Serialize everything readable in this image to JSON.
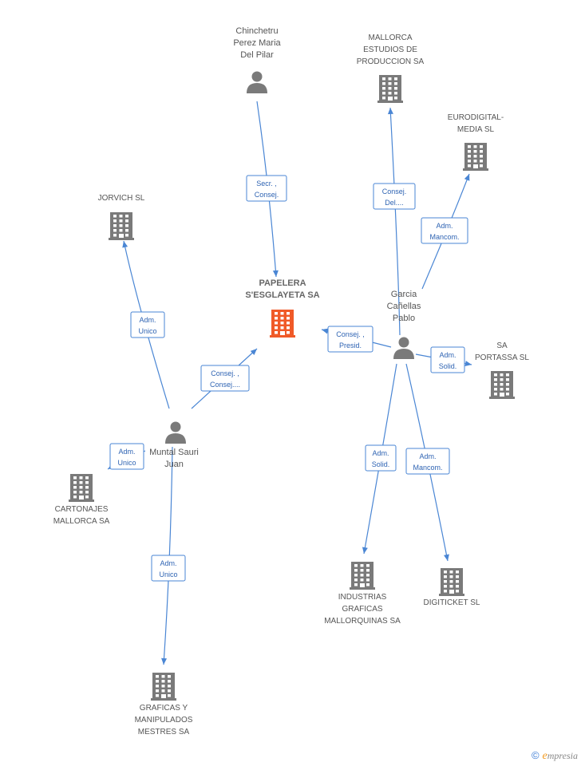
{
  "colors": {
    "edge": "#4a86d4",
    "edge_label_text": "#2f64b3",
    "company_icon": "#7a7a7a",
    "main_company_icon": "#f05a28",
    "person_icon": "#7a7a7a"
  },
  "nodes": [
    {
      "id": "papelera",
      "type": "company-main",
      "icon": "building-icon",
      "label": [
        "PAPELERA",
        "S'ESGLAYETA SA"
      ]
    },
    {
      "id": "chinchetru",
      "type": "person",
      "icon": "person-icon",
      "label": [
        "Chinchetru",
        "Perez Maria",
        "Del Pilar"
      ]
    },
    {
      "id": "mallorca_estudios",
      "type": "company",
      "icon": "building-icon",
      "label": [
        "MALLORCA",
        "ESTUDIOS DE",
        "PRODUCCION SA"
      ]
    },
    {
      "id": "eurodigital",
      "type": "company",
      "icon": "building-icon",
      "label": [
        "EURODIGITAL-",
        "MEDIA SL"
      ]
    },
    {
      "id": "jorvich",
      "type": "company",
      "icon": "building-icon",
      "label": [
        "JORVICH SL"
      ]
    },
    {
      "id": "garcia",
      "type": "person",
      "icon": "person-icon",
      "label": [
        "Garcia",
        "Cañellas",
        "Pablo"
      ]
    },
    {
      "id": "sa_portassa",
      "type": "company",
      "icon": "building-icon",
      "label": [
        "SA",
        "PORTASSA SL"
      ]
    },
    {
      "id": "muntal",
      "type": "person",
      "icon": "person-icon",
      "label": [
        "Muntal Sauri",
        "Juan"
      ]
    },
    {
      "id": "cartonajes",
      "type": "company",
      "icon": "building-icon",
      "label": [
        "CARTONAJES",
        "MALLORCA SA"
      ]
    },
    {
      "id": "industrias",
      "type": "company",
      "icon": "building-icon",
      "label": [
        "INDUSTRIAS",
        "GRAFICAS",
        "MALLORQUINAS SA"
      ]
    },
    {
      "id": "digiticket",
      "type": "company",
      "icon": "building-icon",
      "label": [
        "DIGITICKET SL"
      ]
    },
    {
      "id": "graficas",
      "type": "company",
      "icon": "building-icon",
      "label": [
        "GRAFICAS Y",
        "MANIPULADOS",
        "MESTRES SA"
      ]
    }
  ],
  "edges": [
    {
      "from": "chinchetru",
      "to": "papelera",
      "label": [
        "Secr. ,",
        "Consej."
      ]
    },
    {
      "from": "garcia",
      "to": "mallorca_estudios",
      "label": [
        "Consej.",
        "Del...."
      ]
    },
    {
      "from": "garcia",
      "to": "eurodigital",
      "label": [
        "Adm.",
        "Mancom."
      ]
    },
    {
      "from": "garcia",
      "to": "papelera",
      "label": [
        "Consej. ,",
        "Presid."
      ]
    },
    {
      "from": "garcia",
      "to": "sa_portassa",
      "label": [
        "Adm.",
        "Solid."
      ]
    },
    {
      "from": "garcia",
      "to": "industrias",
      "label": [
        "Adm.",
        "Solid."
      ]
    },
    {
      "from": "garcia",
      "to": "digiticket",
      "label": [
        "Adm.",
        "Mancom."
      ]
    },
    {
      "from": "muntal",
      "to": "jorvich",
      "label": [
        "Adm.",
        "Unico"
      ]
    },
    {
      "from": "muntal",
      "to": "papelera",
      "label": [
        "Consej. ,",
        "Consej...."
      ]
    },
    {
      "from": "muntal",
      "to": "cartonajes",
      "label": [
        "Adm.",
        "Unico"
      ]
    },
    {
      "from": "muntal",
      "to": "graficas",
      "label": [
        "Adm.",
        "Unico"
      ]
    }
  ],
  "brand": {
    "copyright_symbol": "©",
    "first_letter": "e",
    "rest": "mpresia"
  }
}
